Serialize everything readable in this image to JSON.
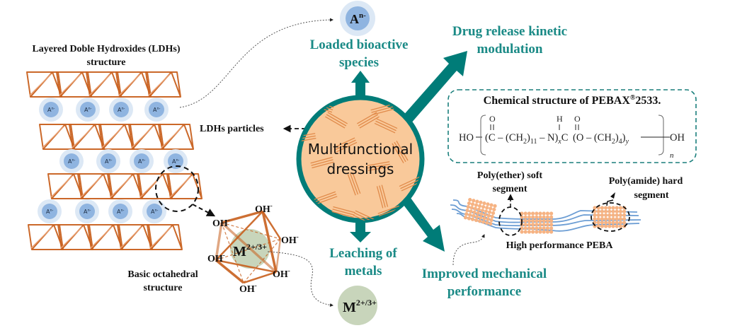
{
  "colors": {
    "teal": "#007c78",
    "teal_text": "#1a8a86",
    "orange_line": "#c8601e",
    "dressing_fill": "#f9c99a",
    "anion_outer": "#dce8f5",
    "anion_inner": "#8fb4e0",
    "metal_fill": "#c8d5bb",
    "bead_fill": "#f6b383",
    "chain_blue": "#6d9ed4"
  },
  "ldh": {
    "title_line1": "Layered Doble Hydroxides (LDHs)",
    "title_line2": "structure",
    "anion_label": "A",
    "anion_sup": "n-",
    "particles_label": "LDHs particles"
  },
  "octahedron": {
    "label_line1": "Basic octahedral",
    "label_line2": "structure",
    "hydroxide": "OH",
    "hydroxide_sup": "-",
    "metal": "M",
    "metal_sup": "2+/3+"
  },
  "center": {
    "line1": "Multifunctional",
    "line2": "dressings"
  },
  "outcomes": {
    "loaded": {
      "line1": "Loaded bioactive",
      "line2": "species",
      "icon_label": "A",
      "icon_sup": "n-"
    },
    "drug": {
      "line1": "Drug release kinetic",
      "line2": "modulation"
    },
    "leaching": {
      "line1": "Leaching of",
      "line2": "metals",
      "icon_label": "M",
      "icon_sup": "2+/3+"
    },
    "mechanical": {
      "line1": "Improved mechanical",
      "line2": "performance"
    }
  },
  "pebax": {
    "title": "Chemical structure of PEBAX",
    "title_sup": "®",
    "title_suffix": "2533.",
    "formula": {
      "ho": "HO",
      "part1": "(C – (CH",
      "sub2a": "2",
      "part1b": ")",
      "sub11": "11",
      "part2": " – N)",
      "subx": "x",
      "part3": "C ",
      "part4": "(O – (CH",
      "sub2b": "2",
      "part4b": ")",
      "sub4": "4",
      "part4c": ")",
      "suby": "y",
      "oh": "OH",
      "subn": "n",
      "o_top": "O",
      "h_top": "H"
    }
  },
  "peba": {
    "soft_line1": "Poly(ether) soft",
    "soft_line2": "segment",
    "hard_line1": "Poly(amide) hard",
    "hard_line2": "segment",
    "caption": "High performance  PEBA"
  }
}
